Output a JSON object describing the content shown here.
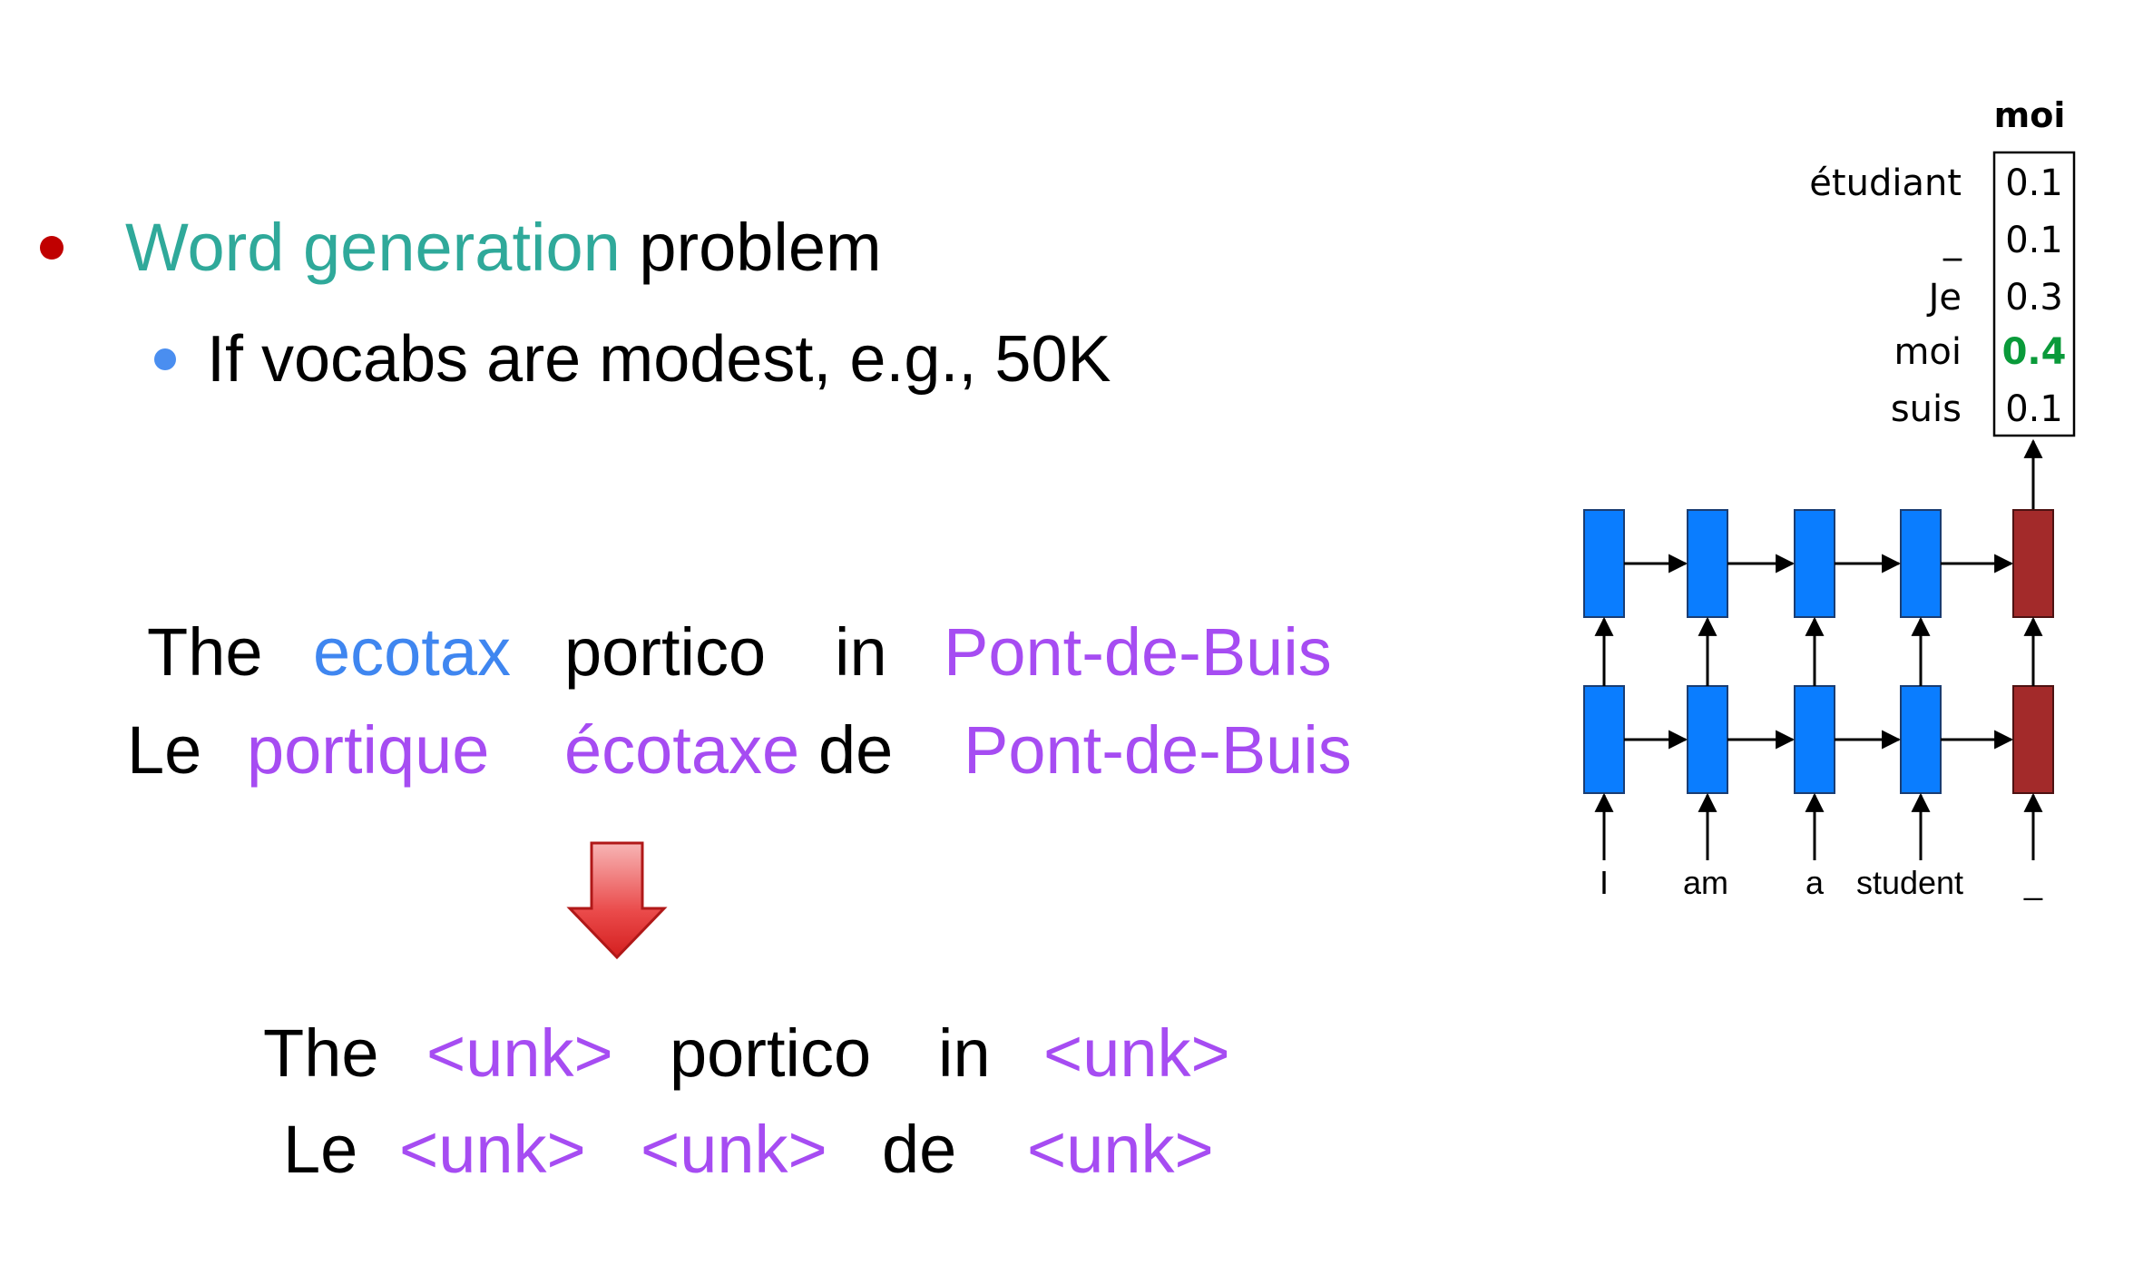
{
  "bullets": {
    "main_highlight": "Word generation",
    "main_rest": "problem",
    "sub": "If vocabs are modest, e.g., 50K"
  },
  "sentences": {
    "src": [
      "The",
      "ecotax",
      "portico",
      "in",
      "Pont-de-Buis"
    ],
    "tgt": [
      "Le",
      "portique",
      "écotaxe",
      "de",
      "Pont-de-Buis"
    ],
    "unk_src": [
      "The",
      "<unk>",
      "portico",
      "in",
      "<unk>"
    ],
    "unk_tgt": [
      "Le",
      "<unk>",
      "<unk>",
      "de",
      "<unk>"
    ]
  },
  "diagram": {
    "output_header": "moi",
    "vocab_words": [
      "étudiant",
      "_",
      "Je",
      "moi",
      "suis"
    ],
    "probabilities": [
      "0.1",
      "0.1",
      "0.3",
      "0.4",
      "0.1"
    ],
    "highlight_index": 3,
    "input_words": [
      "I",
      "am",
      "a",
      "student",
      "_"
    ],
    "colors": {
      "cell_blue": "#0a7dff",
      "cell_red": "#a32a2a",
      "highlight_green": "#0a9a3a",
      "arrow_red": "#e23030"
    }
  }
}
